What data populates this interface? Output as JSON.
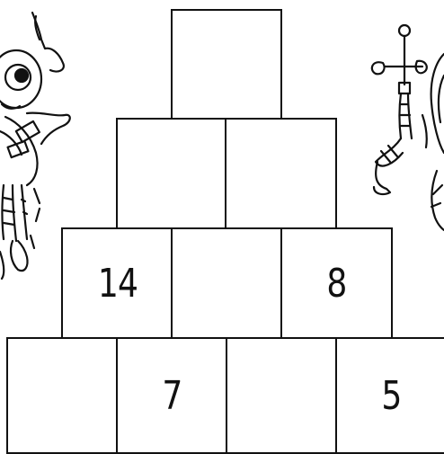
{
  "pyramid": {
    "row1": [
      ""
    ],
    "row2": [
      "",
      ""
    ],
    "row3": [
      "14",
      "",
      "8"
    ],
    "row4": [
      "",
      "7",
      "",
      "5"
    ]
  },
  "colors": {
    "ink": "#111111",
    "background": "#ffffff"
  },
  "decorations": {
    "left": "cartoon-ant-icon",
    "right": "cartoon-robot-icon"
  }
}
